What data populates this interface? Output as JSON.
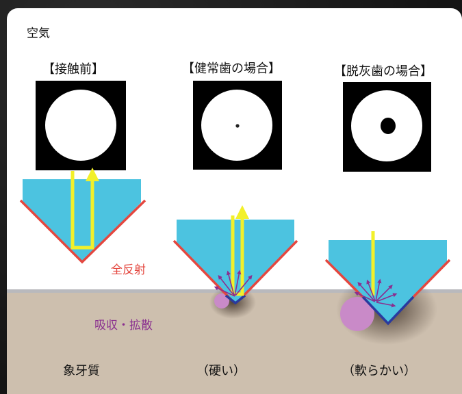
{
  "labels": {
    "air": "空気",
    "before_contact": "【接触前】",
    "healthy": "【健常歯の場合】",
    "demineralized": "【脱灰歯の場合】",
    "total_reflection": "全反射",
    "absorption_scatter": "吸収・拡散",
    "dentin": "象牙質",
    "hard": "（硬い）",
    "soft": "（軟らかい）"
  },
  "colors": {
    "prism": "#4cc3e0",
    "prism_edge": "#e4473f",
    "contact_edge": "#2a3a9e",
    "light_arrow": "#f2f02a",
    "scatter": "#8a2f8f",
    "absorption_blob": "#c98ac8",
    "dentin": "#cdbfae"
  },
  "icons": [
    "up-arrow-icon",
    "scatter-arrow-icon"
  ]
}
